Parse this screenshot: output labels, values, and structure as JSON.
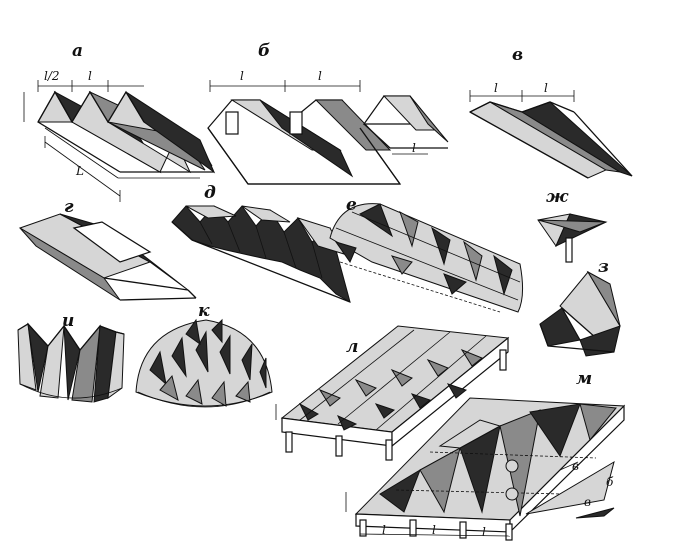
{
  "labels": {
    "a": "а",
    "b": "б",
    "v": "в",
    "g": "г",
    "d": "д",
    "e": "е",
    "zh": "ж",
    "z": "з",
    "i": "и",
    "k": "к",
    "l": "л",
    "m": "м"
  },
  "dims": {
    "half_l": "l/2",
    "l": "l",
    "L": "L",
    "small_b": "б",
    "small_v": "в"
  }
}
